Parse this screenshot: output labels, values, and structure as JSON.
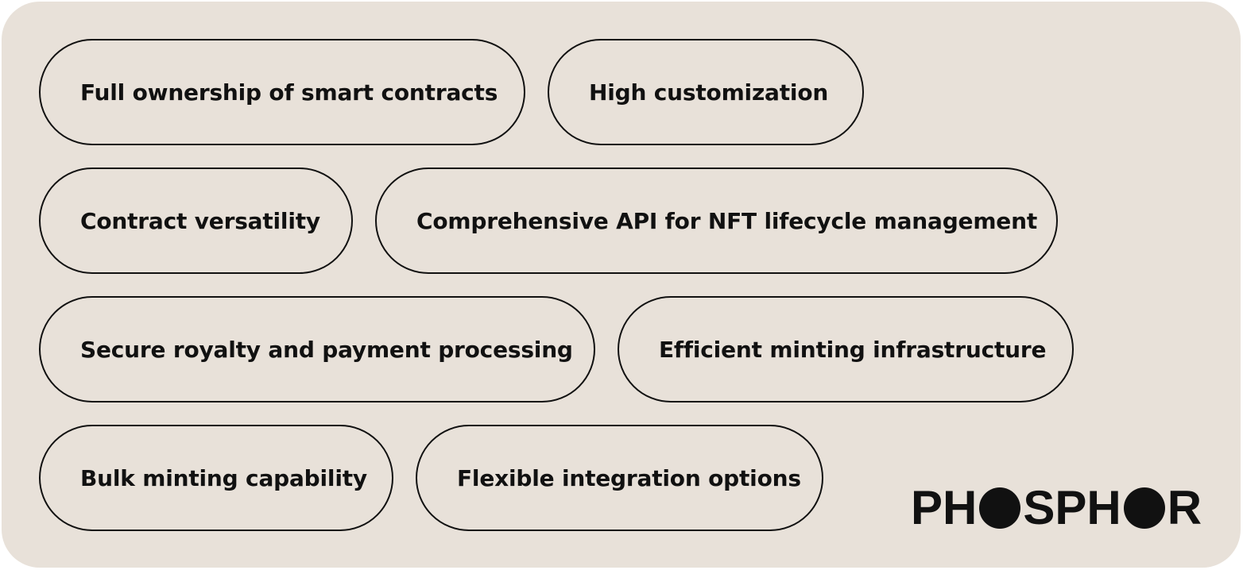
{
  "features": [
    "Full ownership of smart contracts",
    "High customization",
    "Contract versatility",
    "Comprehensive API for NFT lifecycle management",
    "Secure royalty and payment processing",
    "Efficient minting infrastructure",
    "Bulk minting capability",
    "Flexible integration options"
  ],
  "brand": {
    "logo_part1": "PH",
    "logo_part2": "SPH",
    "logo_part3": "R",
    "logo_icon": "filled-circle-o"
  },
  "colors": {
    "background": "#e8e1d9",
    "ink": "#111111"
  }
}
